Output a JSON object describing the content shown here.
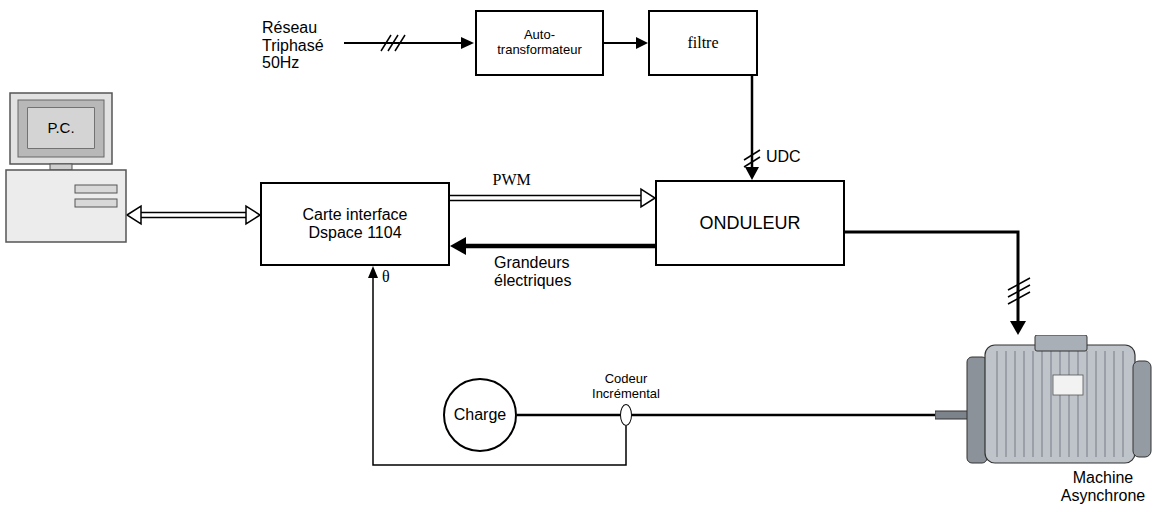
{
  "diagram": {
    "nodes": [
      {
        "text": [
          "Auto- transformateur"
        ]
      },
      {
        "text": [
          "filtre"
        ]
      },
      {
        "text": [
          "P.C."
        ]
      },
      {
        "text": [
          "Carte interface Dspace 1104"
        ]
      },
      {
        "text": [
          "ONDULEUR"
        ]
      },
      {
        "text": [
          "Charge"
        ]
      },
      {
        "text": [
          "Codeur Incrémental"
        ]
      },
      {
        "text": [
          "Machine Asynchrone"
        ]
      }
    ],
    "edges": [
      {
        "from": 0,
        "to": 1,
        "arrow": "to"
      },
      {
        "from": 1,
        "to": 4,
        "arrow": "to",
        "label": "UDC"
      },
      {
        "from": 2,
        "to": 3,
        "arrow": "both"
      },
      {
        "from": 3,
        "to": 4,
        "arrow": "to",
        "label": "PWM"
      },
      {
        "from": 4,
        "to": 3,
        "arrow": "to",
        "label": "Grandeurs électriques"
      },
      {
        "from": 4,
        "to": 7,
        "arrow": "to"
      },
      {
        "from": 5,
        "to": 6,
        "arrow": "none"
      },
      {
        "from": 6,
        "to": 7,
        "arrow": "none"
      },
      {
        "from": 6,
        "to": 3,
        "arrow": "to",
        "label": "θ"
      }
    ],
    "labels": [
      "Réseau Triphasé 50Hz"
    ]
  }
}
